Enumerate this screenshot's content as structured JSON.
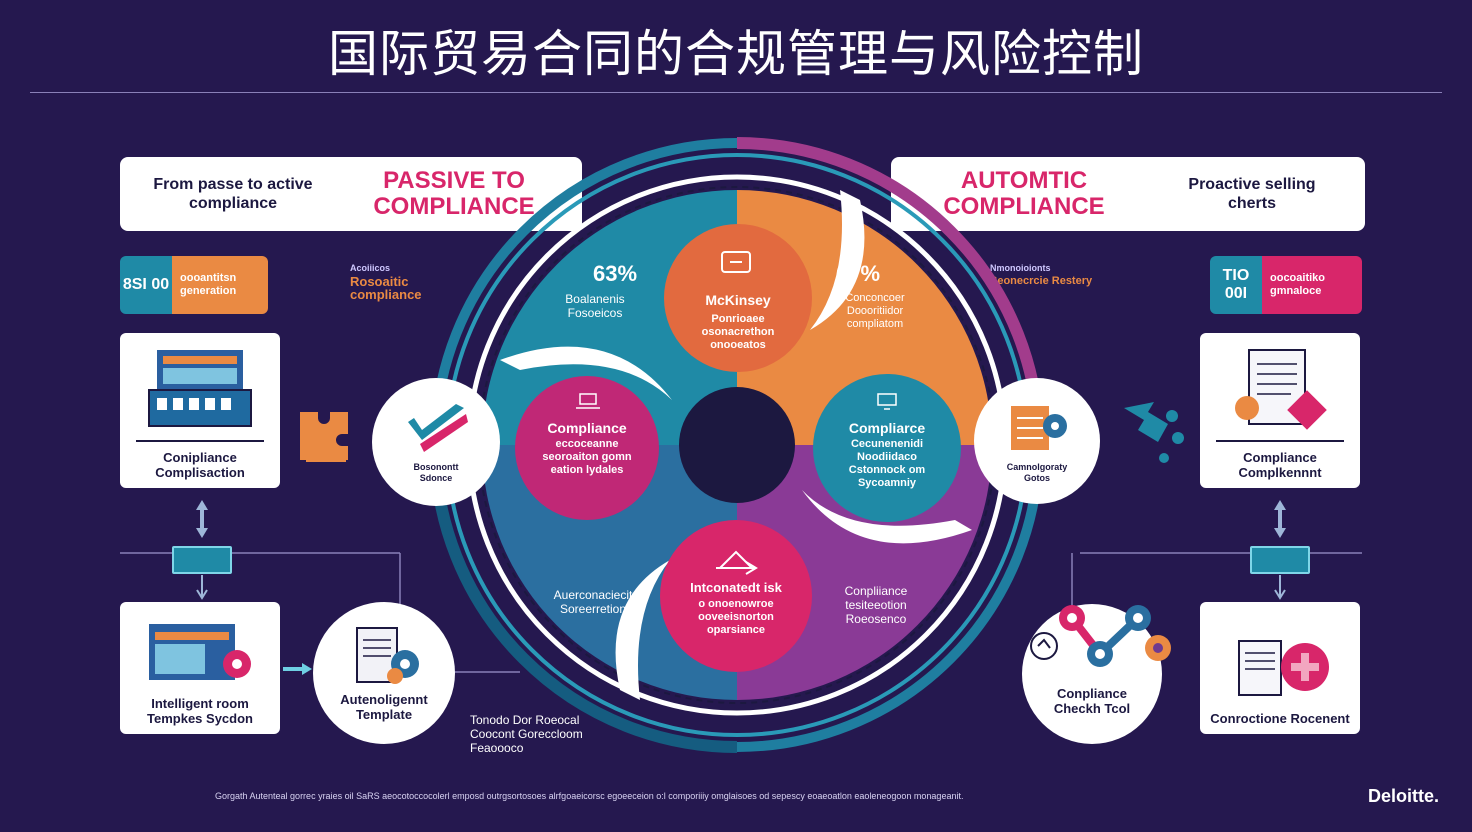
{
  "title": "国际贸易合同的合规管理与风险控制",
  "banner_left": {
    "small": "From passe to active compliance",
    "big": "PASSIVE TO COMPLIANCE"
  },
  "banner_right": {
    "big": "AUTOMTIC COMPLIANCE",
    "small": "Proactive selling cherts"
  },
  "stat_left": {
    "num": "8SI 00",
    "label": "oooantitsn generation"
  },
  "stat_right": {
    "num": "TIO 00I",
    "label": "oocoaitiko gmnaloce"
  },
  "note_left": {
    "tiny": "Acoiiicos",
    "main": "Rosoaitic compliance"
  },
  "note_right": {
    "tiny": "Nmonoioionts",
    "main": "Seonecrcie Restery"
  },
  "card_left_top": "Conipliance Complisaction",
  "card_left_bottom": "Intelligent room Tempkes Sycdon",
  "circle_left_mid": "Bosonontt Sdonce",
  "circle_left_bottom": "Autenoligennt Template",
  "card_right_top": "Compliance Complkennnt",
  "card_right_bottom": "Conroctione Rocenent",
  "circle_right_mid": "Camnolgoraty Gotos",
  "circle_right_bottom": "Conpliance Checkh Tcol",
  "hub": {
    "pct_left": "63%",
    "pct_left_label": "Boalanenis Fosoeicos",
    "pct_right": "67%",
    "pct_right_label": "Conconcoer Doooritiidor compliatom",
    "top_title": "McKinsey",
    "top_text": "Ponrioaee osonacrethon onooeatos",
    "left_title": "Compliance",
    "left_text": "eccoceanne seoroaiton gomn eation lydales",
    "right_title": "Compliarce",
    "right_text": "Cecunenenidi Noodiidaco Cstonnock om Sycoamniy",
    "bottom_title": "Intconatedt isk",
    "bottom_text": "o onoenowroe ooveeisnorton oparsiance",
    "bl_text": "Auerconaciecit Soreerretion",
    "br_text": "Conpliiance tesiteeotion Roeosenco"
  },
  "bottom_note": "Tonodo Dor Roeocal Coocont Goreccloom Feaoooco",
  "footer": "Gorgath  Autenteal gorrec yraies oil SaRS aeocotoccocolerl emposd outrgsortosoes alrfgoaeicorsc egoeeceion o:l comporiiiy omglaisoes od sepescy eoaeoatlon eaoleneogoon monageanit.",
  "brand": "Deloitte.",
  "colors": {
    "navy": "#25184f",
    "teal": "#1f8aa6",
    "magenta": "#d8266a",
    "orange": "#ea8a43",
    "purple": "#6f3a8f"
  }
}
